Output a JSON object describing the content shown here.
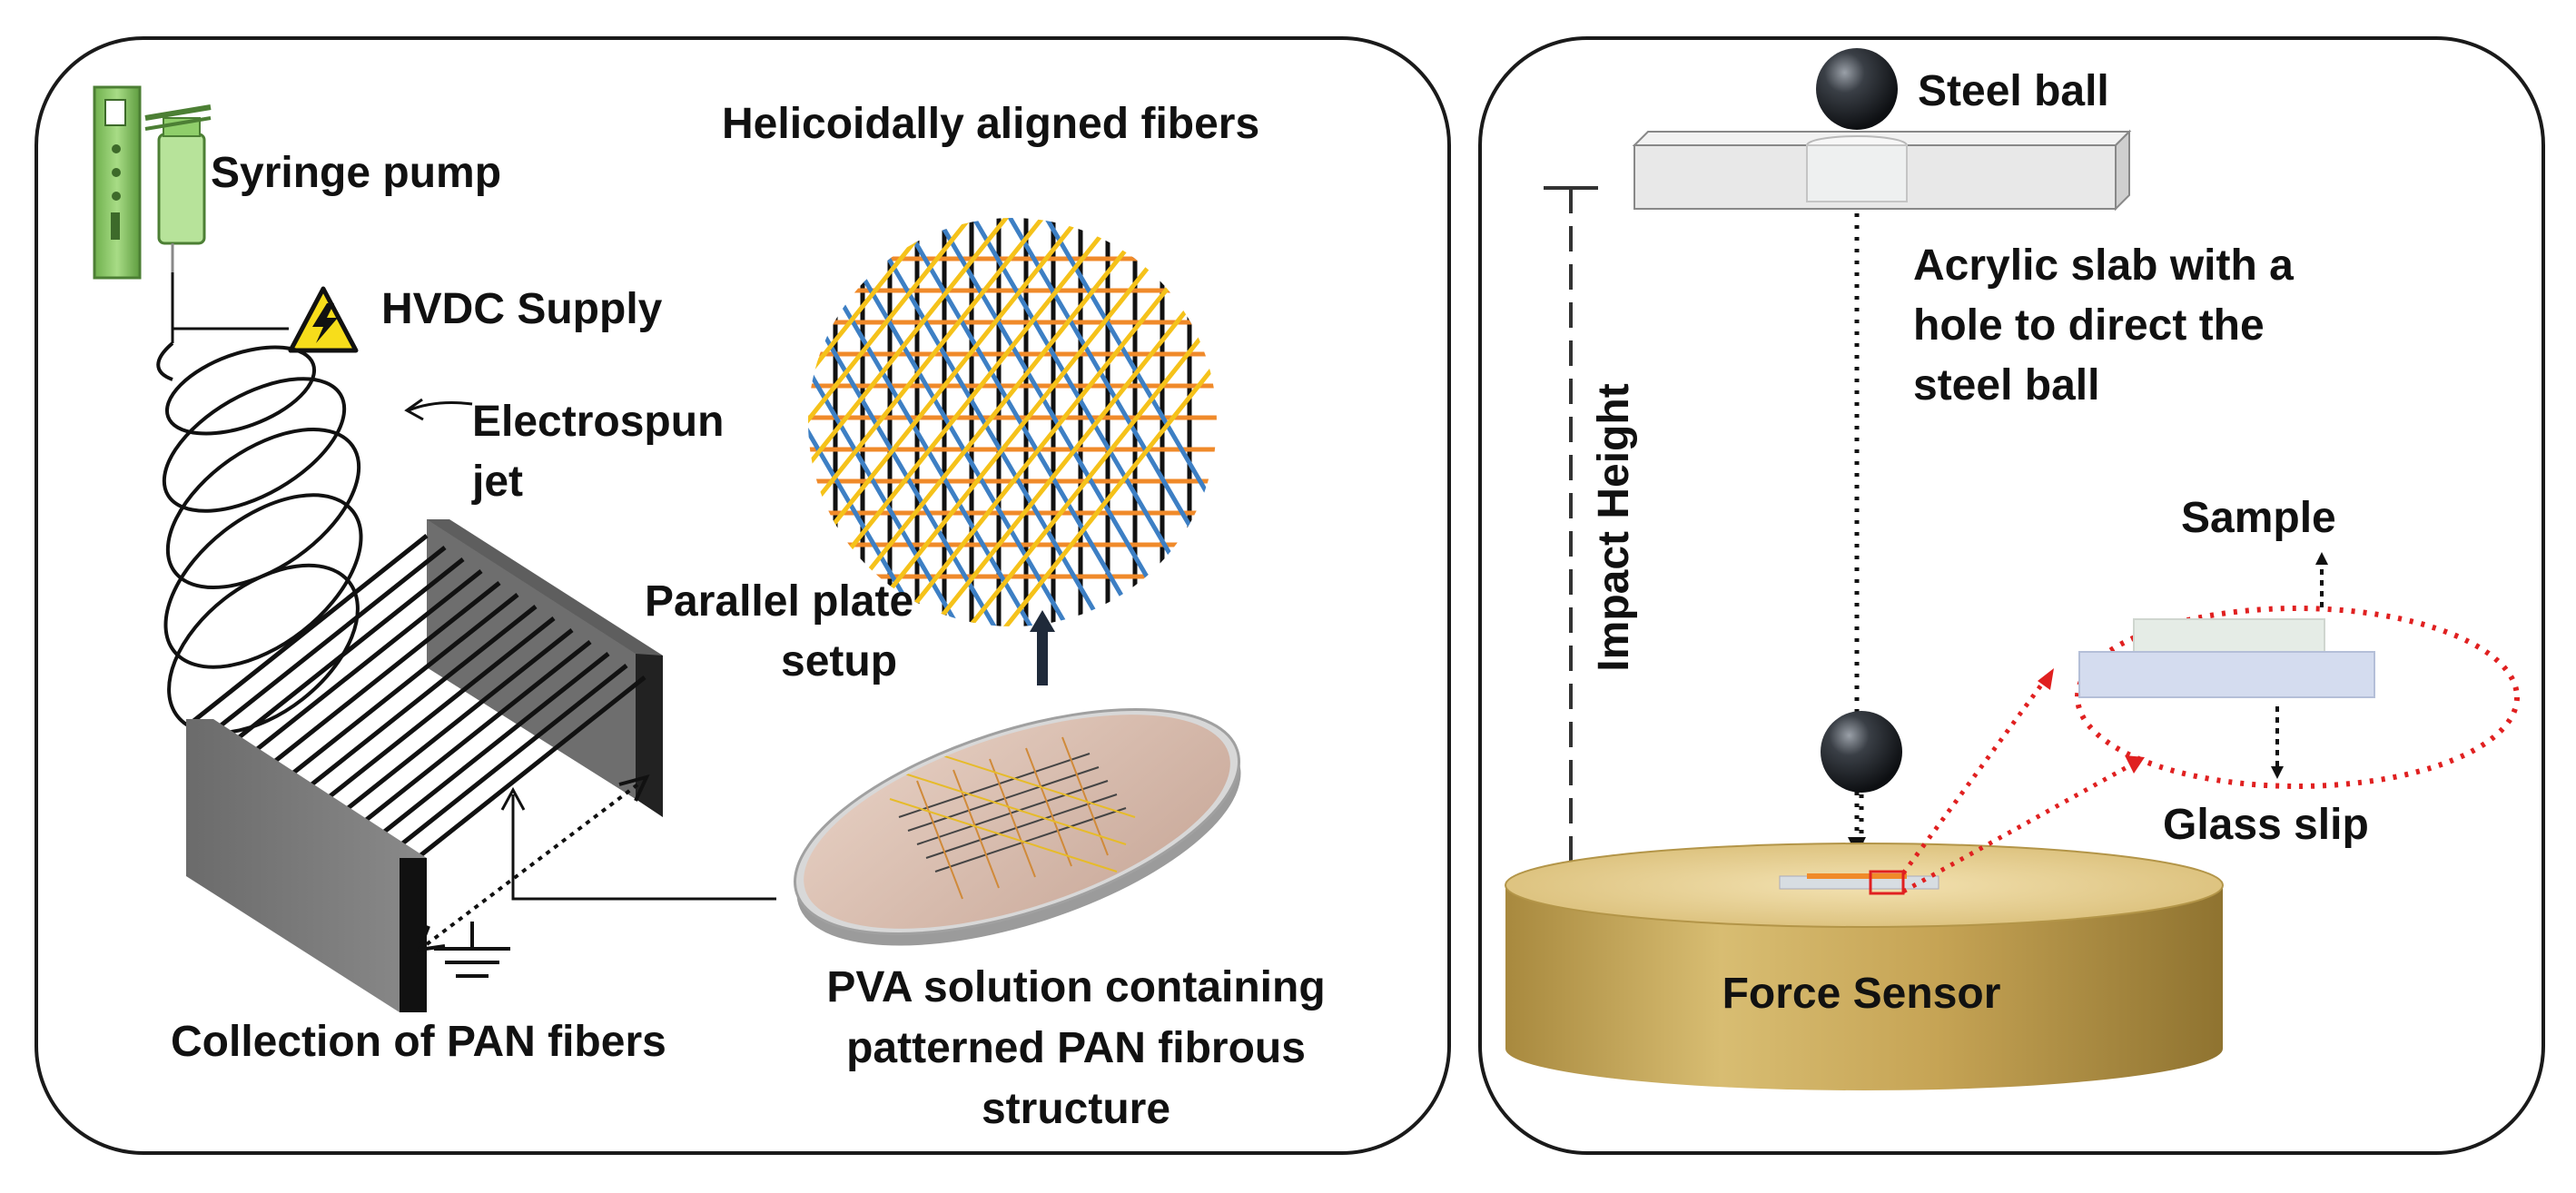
{
  "left_panel": {
    "syringe_pump": "Syringe pump",
    "hvdc_supply": "HVDC Supply",
    "electrospun_jet_line1": "Electrospun",
    "electrospun_jet_line2": "jet",
    "helicoidal_title": "Helicoidally aligned fibers",
    "parallel_plate_line1": "Parallel plate",
    "parallel_plate_line2": "setup",
    "collection": "Collection of PAN fibers",
    "pva_line1": "PVA solution containing",
    "pva_line2": "patterned PAN fibrous",
    "pva_line3": "structure"
  },
  "right_panel": {
    "steel_ball": "Steel ball",
    "acrylic_line1": "Acrylic slab with a",
    "acrylic_line2": "hole to direct the",
    "acrylic_line3": "steel ball",
    "impact_height": "Impact Height",
    "sample": "Sample",
    "glass_slip": "Glass slip",
    "force_sensor": "Force Sensor"
  },
  "colors": {
    "fiber_black": "#111111",
    "fiber_orange": "#f08a2a",
    "fiber_yellow": "#f5c21a",
    "fiber_blue": "#3d7fc4",
    "sensor_gold": "#c8a455",
    "dotted_red": "#e02020",
    "syringe_green": "#8fce6a"
  }
}
